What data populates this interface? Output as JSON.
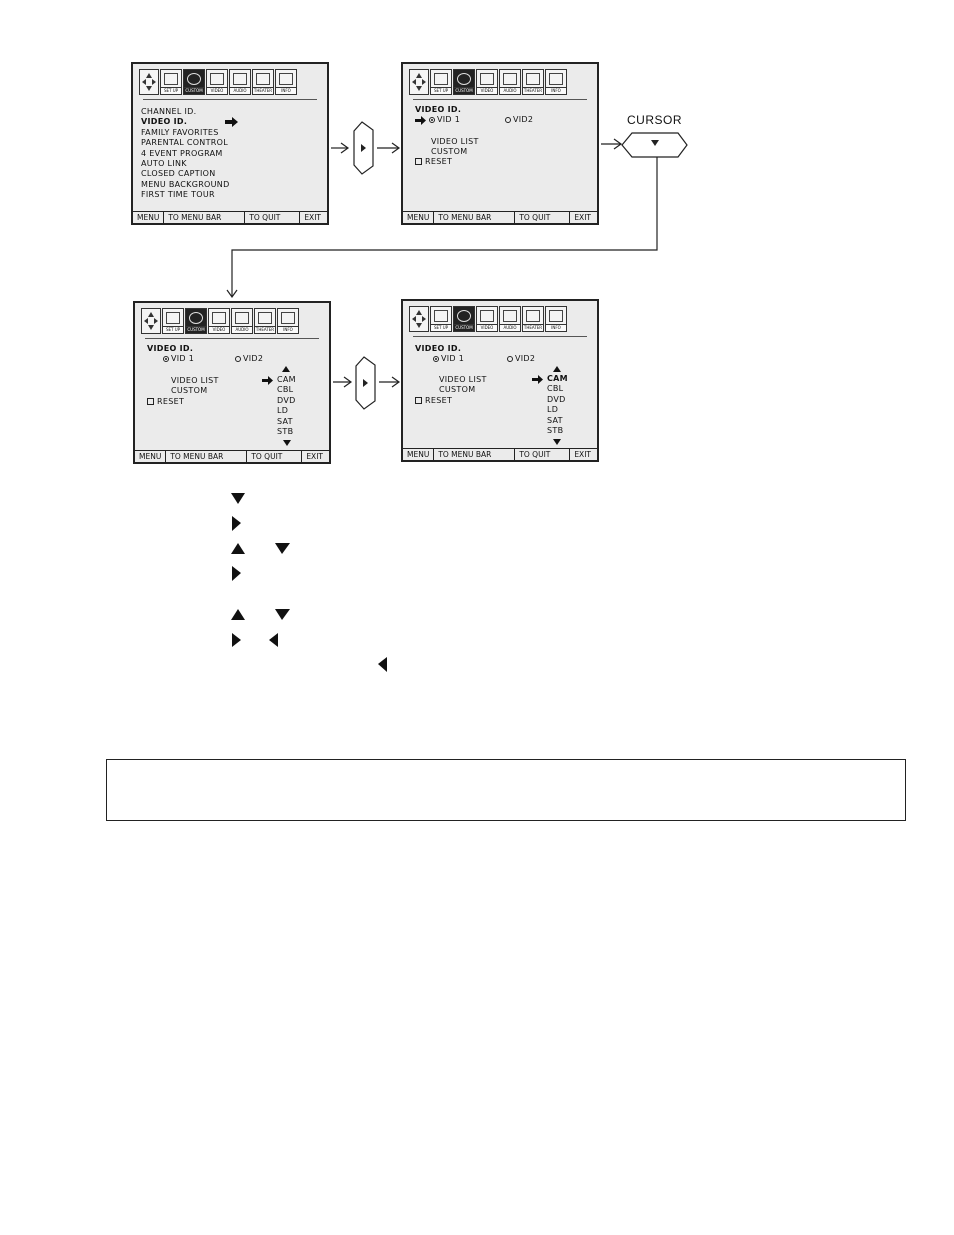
{
  "icon_tabs": [
    {
      "label": "",
      "icon": "navigation-arrows-icon"
    },
    {
      "label": "SET UP",
      "icon": "setup-icon"
    },
    {
      "label": "CUSTOM",
      "icon": "custom-palette-icon"
    },
    {
      "label": "VIDEO",
      "icon": "video-icon"
    },
    {
      "label": "AUDIO",
      "icon": "audio-icon"
    },
    {
      "label": "THEATER",
      "icon": "theater-icon"
    },
    {
      "label": "INFO",
      "icon": "info-icon"
    }
  ],
  "footer": {
    "menu": "MENU",
    "to_menu_bar": "TO MENU BAR",
    "to_quit": "TO QUIT",
    "exit": "EXIT"
  },
  "screen1": {
    "items": [
      "CHANNEL ID.",
      "VIDEO ID.",
      "FAMILY FAVORITES",
      "PARENTAL CONTROL",
      "4 EVENT PROGRAM",
      "AUTO LINK",
      "CLOSED CAPTION",
      "MENU BACKGROUND",
      "FIRST TIME TOUR"
    ],
    "selected_index": 1
  },
  "video_id": {
    "title": "VIDEO ID.",
    "vid1": "VID 1",
    "vid2": "VID2",
    "video_list": "VIDEO LIST",
    "video_list_spaced": "VIDEO  LIST",
    "custom": "CUSTOM",
    "reset": "RESET"
  },
  "device_list": [
    "CAM",
    "CBL",
    "DVD",
    "LD",
    "SAT",
    "STB"
  ],
  "cursor_label": "CURSOR"
}
